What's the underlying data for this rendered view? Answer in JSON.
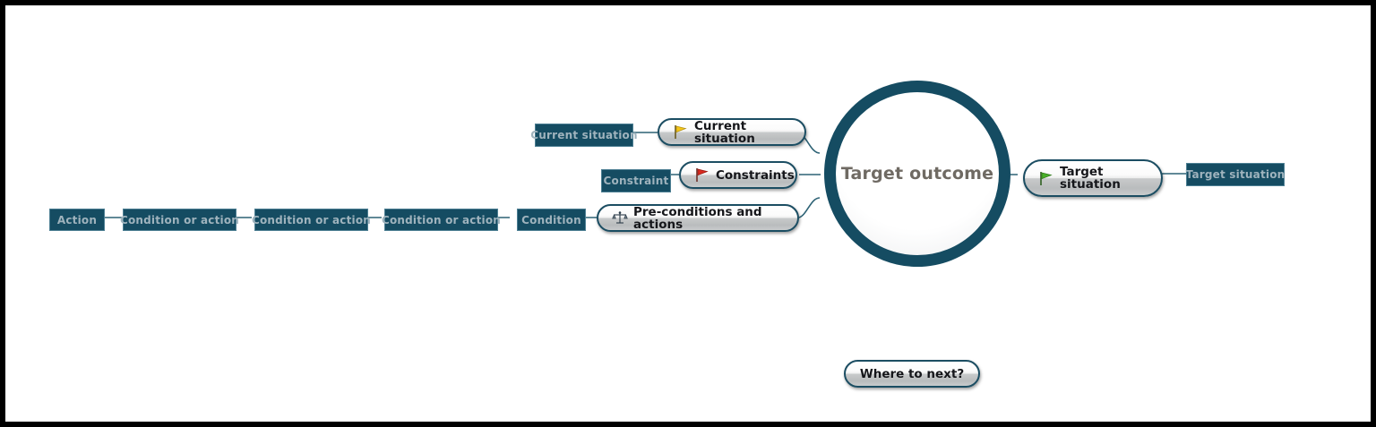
{
  "canvas": {
    "background": "#ffffff",
    "frame_color": "#000000"
  },
  "colors": {
    "dark_teal": "#154c62",
    "box_border": "#4d7f93",
    "box_text": "#9fb3bd",
    "pill_border": "#1b4d62",
    "pill_text": "#15161a",
    "center_text": "#6f6a63",
    "wire": "#2d6275",
    "flag_yellow": "#f5c518",
    "flag_red": "#d82a20",
    "flag_green": "#49b02a"
  },
  "center": {
    "label": "Target outcome",
    "shape": "circle"
  },
  "main_topics": [
    {
      "id": "current-situation",
      "label": "Current situation",
      "icon": "flag-yellow-icon",
      "icon_color": "#f5c518"
    },
    {
      "id": "constraints",
      "label": "Constraints",
      "icon": "flag-red-icon",
      "icon_color": "#d82a20"
    },
    {
      "id": "pre-conditions-and-actions",
      "label": "Pre-conditions and actions",
      "icon": "scales-icon",
      "icon_color": "#2b3b48"
    },
    {
      "id": "target-situation",
      "label": "Target\nsituation",
      "icon": "flag-green-icon",
      "icon_color": "#49b02a"
    },
    {
      "id": "where-to-next",
      "label": "Where to next?",
      "icon": "none",
      "icon_color": ""
    }
  ],
  "subtopics": {
    "current_situation": [
      "Current situation"
    ],
    "constraints": [
      "Constraint"
    ],
    "preconditions_chain": [
      "Condition",
      "Condition or action",
      "Condition or action",
      "Condition or action",
      "Action"
    ],
    "target_situation": [
      "Target situation"
    ]
  }
}
